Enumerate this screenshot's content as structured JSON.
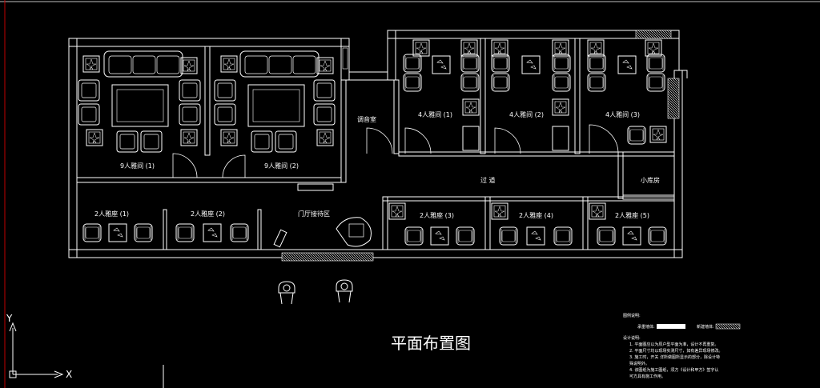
{
  "title": "平面布置图",
  "rooms": {
    "room9_1": "9人雅间 (1)",
    "room9_2": "9人雅间 (2)",
    "tiaoyin": "调音室",
    "room4_1": "4人雅间 (1)",
    "room4_2": "4人雅间 (2)",
    "room4_3": "4人雅间 (3)",
    "corridor": "过   道",
    "storage": "小库房",
    "lobby": "门厅接待区",
    "seat2_1": "2人雅座 (1)",
    "seat2_2": "2人雅座 (2)",
    "seat2_3": "2人雅座 (3)",
    "seat2_4": "2人雅座 (4)",
    "seat2_5": "2人雅座 (5)"
  },
  "legend": {
    "heading": "图例说明:",
    "item_solid": "承重墙体:",
    "item_hatch": "新建墙体:"
  },
  "notes": {
    "heading": "设计说明:",
    "lines": [
      "1.  平面图应以为原户型平面为准，设计不再重复。",
      "2.  平面尺寸均以现场实测尺寸，如有差异现场修改。",
      "3.  施工时，开关 详所做图所显示的部分，除设计特",
      "     殊说明外。",
      "4.  该图纸为施工图纸，须方《设计和甲方》签字认",
      "     可方具有施工作用。"
    ]
  },
  "axis": {
    "y": "Y",
    "x": "X"
  },
  "colors": {
    "background": "#000000",
    "lines": "#ffffff",
    "frame": "#c00000"
  }
}
